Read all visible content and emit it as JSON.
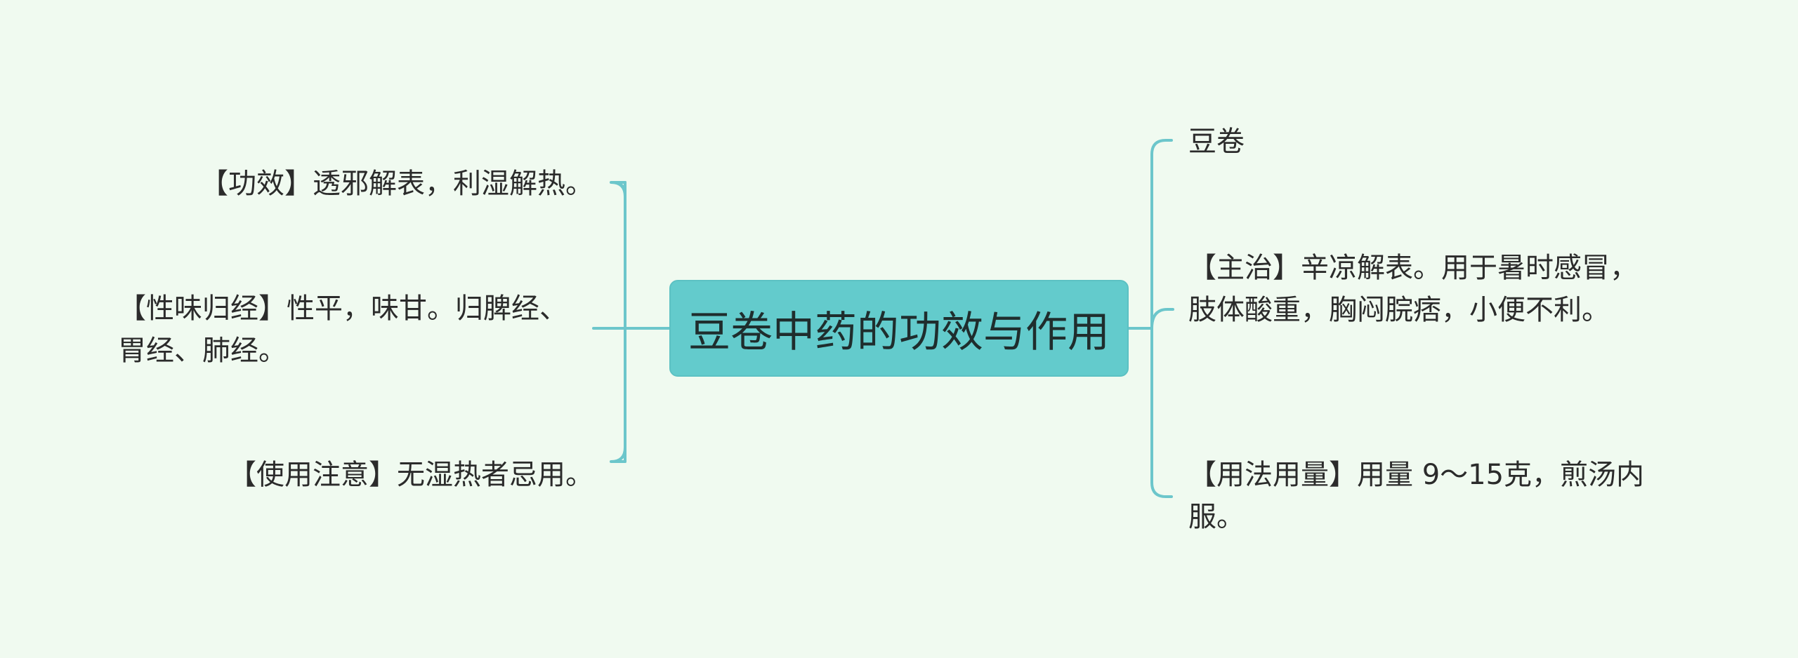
{
  "mindmap": {
    "center": "豆卷中药的功效与作用",
    "left_nodes": [
      "【功效】透邪解表，利湿解热。",
      "【性味归经】性平，味甘。归脾经、胃经、肺经。",
      "【使用注意】无湿热者忌用。"
    ],
    "right_nodes": [
      "豆卷",
      "【主治】辛凉解表。用于暑时感冒，肢体酸重，胸闷脘痞，小便不利。",
      "【用法用量】用量 9～15克，煎汤内服。"
    ]
  },
  "colors": {
    "background": "#f0faf0",
    "center_fill": "#63cbcc",
    "connector": "#6cc6cb",
    "text": "#2b2b2b"
  }
}
